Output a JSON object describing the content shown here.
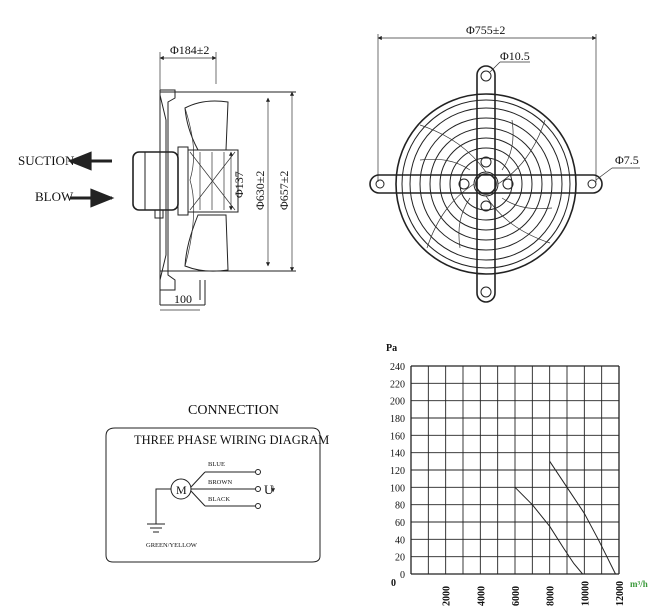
{
  "side_view": {
    "dim_depth": "Φ184±2",
    "dim_hub": "Φ137",
    "dim_blade": "Φ630±2",
    "dim_outer": "Φ657±2",
    "dim_mount": "100",
    "suction_label": "SUCTION",
    "blow_label": "BLOW"
  },
  "front_view": {
    "dim_overall": "Φ755±2",
    "dim_hole_top": "Φ10.5",
    "dim_hole_side": "Φ7.5"
  },
  "wiring": {
    "heading": "CONNECTION",
    "box_title": "THREE PHASE WIRING DIAGRAM",
    "motor": "M",
    "wires": [
      "BLUE",
      "BROWN",
      "BLACK"
    ],
    "voltage": "U",
    "ground": "GREEN/YELLOW"
  },
  "chart_data": {
    "type": "line",
    "ylabel": "Pa",
    "xlabel": "m³/h",
    "xlim": [
      0,
      12000
    ],
    "ylim": [
      0,
      240
    ],
    "x_ticks": [
      "0",
      "2000",
      "4000",
      "6000",
      "8000",
      "10000",
      "12000"
    ],
    "y_ticks": [
      "0",
      "20",
      "40",
      "60",
      "80",
      "100",
      "120",
      "140",
      "160",
      "180",
      "200",
      "220",
      "240"
    ],
    "grid": true,
    "series": [
      {
        "x": [
          8000,
          9000,
          10000,
          10800,
          11300,
          11800
        ],
        "y": [
          130,
          100,
          70,
          40,
          20,
          0
        ]
      },
      {
        "x": [
          6000,
          7000,
          8000,
          8800,
          9400,
          9900
        ],
        "y": [
          100,
          80,
          55,
          30,
          12,
          0
        ]
      }
    ]
  }
}
